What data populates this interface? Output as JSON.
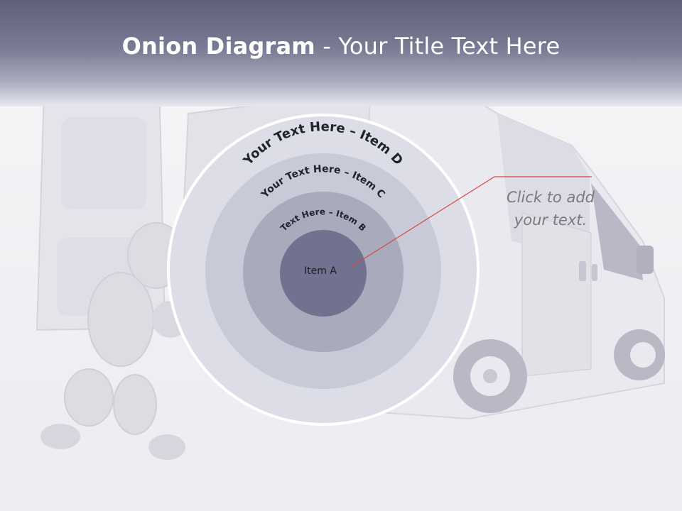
{
  "slide": {
    "title_bold": "Onion Diagram",
    "title_rest": " - Your Title Text Here"
  },
  "onion": {
    "layers": [
      {
        "label": "Your Text Here – Item D",
        "color": "#dcdde6"
      },
      {
        "label": "Your Text Here – Item C",
        "color": "#c9cad7"
      },
      {
        "label": "Text Here – Item B",
        "color": "#a9aabc"
      },
      {
        "label": "Item A",
        "color": "#71728f"
      }
    ]
  },
  "callout": {
    "text": "Click  to add your text.",
    "line_color": "#d9453f"
  },
  "background": {
    "illustration": "delivery-van-with-mannequin-pushing"
  }
}
